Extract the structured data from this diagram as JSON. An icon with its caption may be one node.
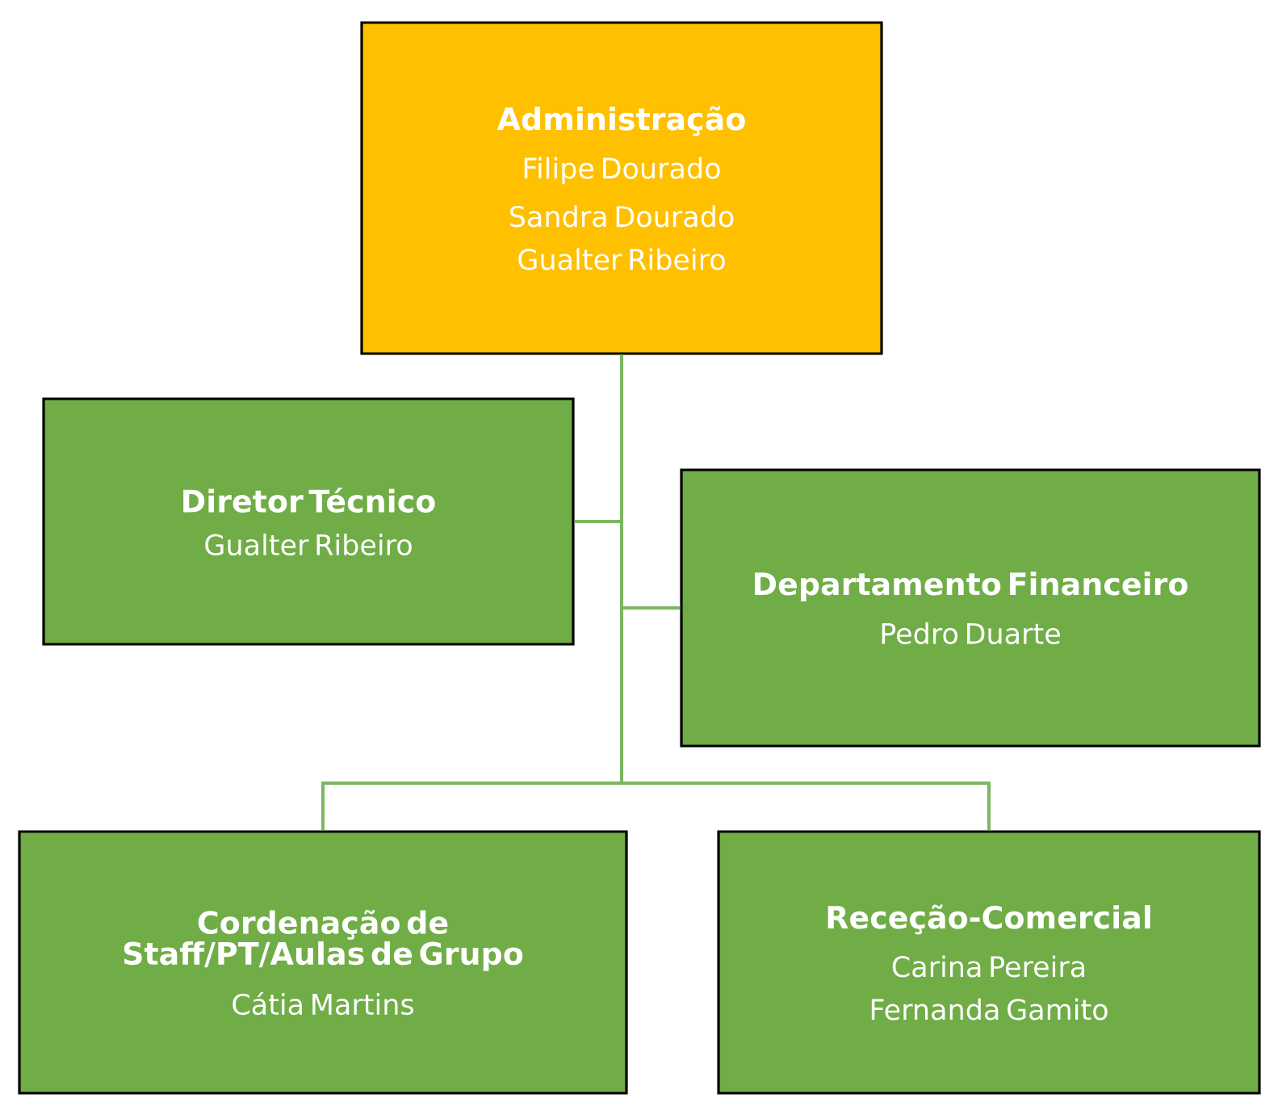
{
  "diagram": {
    "nodes": [
      {
        "text": [
          "Administração",
          "Filipe Dourado",
          "Sandra Dourado",
          "Gualter Ribeiro"
        ]
      },
      {
        "text": [
          "Diretor Técnico",
          "Gualter Ribeiro"
        ]
      },
      {
        "text": [
          "Departamento Financeiro",
          "Pedro Duarte"
        ]
      },
      {
        "text": [
          "Cordenação de Staff/PT/Aulas de Grupo",
          "Cátia Martins"
        ]
      },
      {
        "text": [
          "Receção-Comercial",
          "Carina Pereira",
          "Fernanda Gamito"
        ]
      }
    ],
    "edges": [
      {
        "from": 0,
        "to": 1,
        "arrow": "none"
      },
      {
        "from": 0,
        "to": 2,
        "arrow": "none"
      },
      {
        "from": 0,
        "to": 3,
        "arrow": "none"
      },
      {
        "from": 0,
        "to": 4,
        "arrow": "none"
      }
    ]
  }
}
